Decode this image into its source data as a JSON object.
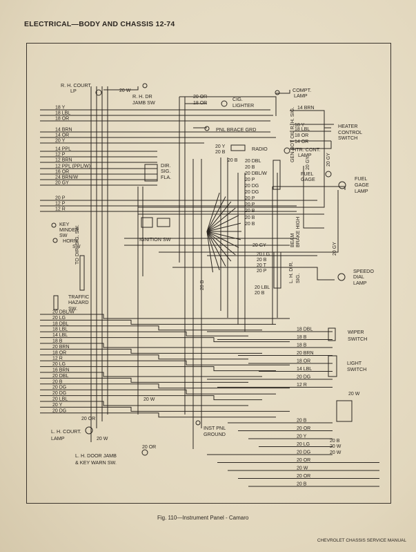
{
  "page": {
    "header": "ELECTRICAL—BODY AND CHASSIS 12-74",
    "caption": "Fig. 110—Instrument Panel - Camaro",
    "footer": "CHEVROLET CHASSIS SERVICE MANUAL"
  },
  "colors": {
    "paper": "#e6dcc4",
    "ink": "#2a2520"
  },
  "left_wires_top": [
    "18 Y",
    "18 LBL",
    "18 OR",
    "14 BRN",
    "14 OR",
    "20 Y",
    "14 PPL",
    "12 P",
    "12 BRN",
    "12 PPL (PPL/W)",
    "16 OR",
    "24 BRN/W",
    "20 GY",
    "20 P",
    "12 P",
    "12 R"
  ],
  "left_wires_bottom": [
    "20 DBL/W",
    "20 LG",
    "18 DBL",
    "18 LBL",
    "14 LBL",
    "18 B",
    "20 BRN",
    "18 OR",
    "12 R",
    "20 LG",
    "16 BRN",
    "20 DBL",
    "20 B",
    "20 DG",
    "20 DG",
    "20 LBL",
    "20 Y",
    "20 DG"
  ],
  "center_wires": [
    "20 B",
    "20 DBL",
    "20 B",
    "20 DBL/W",
    "20 P",
    "20 DG",
    "20 DG",
    "20 P",
    "20 P",
    "20 B",
    "20 B",
    "20 B",
    "20 GY",
    "20 LG",
    "20 B",
    "20 T",
    "20 P",
    "20 LBL",
    "20 B"
  ],
  "right_wires_top": [
    "14 BRN",
    "18 Y",
    "18 LBL",
    "18 OR",
    "14 OR"
  ],
  "right_wires_bottom": [
    "18 DBL",
    "18 B",
    "18 B",
    "20 BRN",
    "18 OR",
    "14 LBL",
    "20 DG",
    "12 R",
    "20 B",
    "20 OR",
    "20 Y",
    "20 LG",
    "20 DG",
    "20 OR",
    "20 W",
    "20 OR",
    "20 B"
  ],
  "misc_wires": [
    "20 W",
    "20 OR",
    "18 OR",
    "20 Y",
    "20 B",
    "20 GY",
    "20 GY",
    "20 W",
    "20 OR",
    "20 W",
    "20 OR",
    "20 B",
    "20 W",
    "20 W",
    "20 GY",
    "20 B",
    "20 W"
  ],
  "components": [
    "R. H. COURT.",
    "LP",
    "R. H. DR",
    "JAMB SW",
    "CIG.",
    "LIGHTER",
    "COMPT.",
    "LAMP",
    "PNL BRACE GRD",
    "HEATER",
    "CONTROL",
    "SWITCH",
    "RADIO",
    "HTR. CONT.",
    "LAMP",
    "DIR.",
    "SIG.",
    "FLA.",
    "GEN BOT OIL R. H. SIG.",
    "FUEL",
    "GAGE",
    "FUEL",
    "GAGE",
    "LAMP",
    "KEY",
    "MINDER",
    "SW",
    "HORN",
    "SW",
    "IGNITION SW",
    "TO DIR. SIG. SW.",
    "TRAFFIC",
    "HAZARD",
    "SW.",
    "BRAKE HIGH",
    "BEAM",
    "L. H. DIR.",
    "SIG.",
    "SPEEDO",
    "DIAL",
    "LAMP",
    "WIPER",
    "SWITCH",
    "LIGHT",
    "SWITCH",
    "INST PNL",
    "GROUND",
    "L. H. COURT.",
    "LAMP",
    "L. H. DOOR JAMB",
    "& KEY WARN SW."
  ]
}
